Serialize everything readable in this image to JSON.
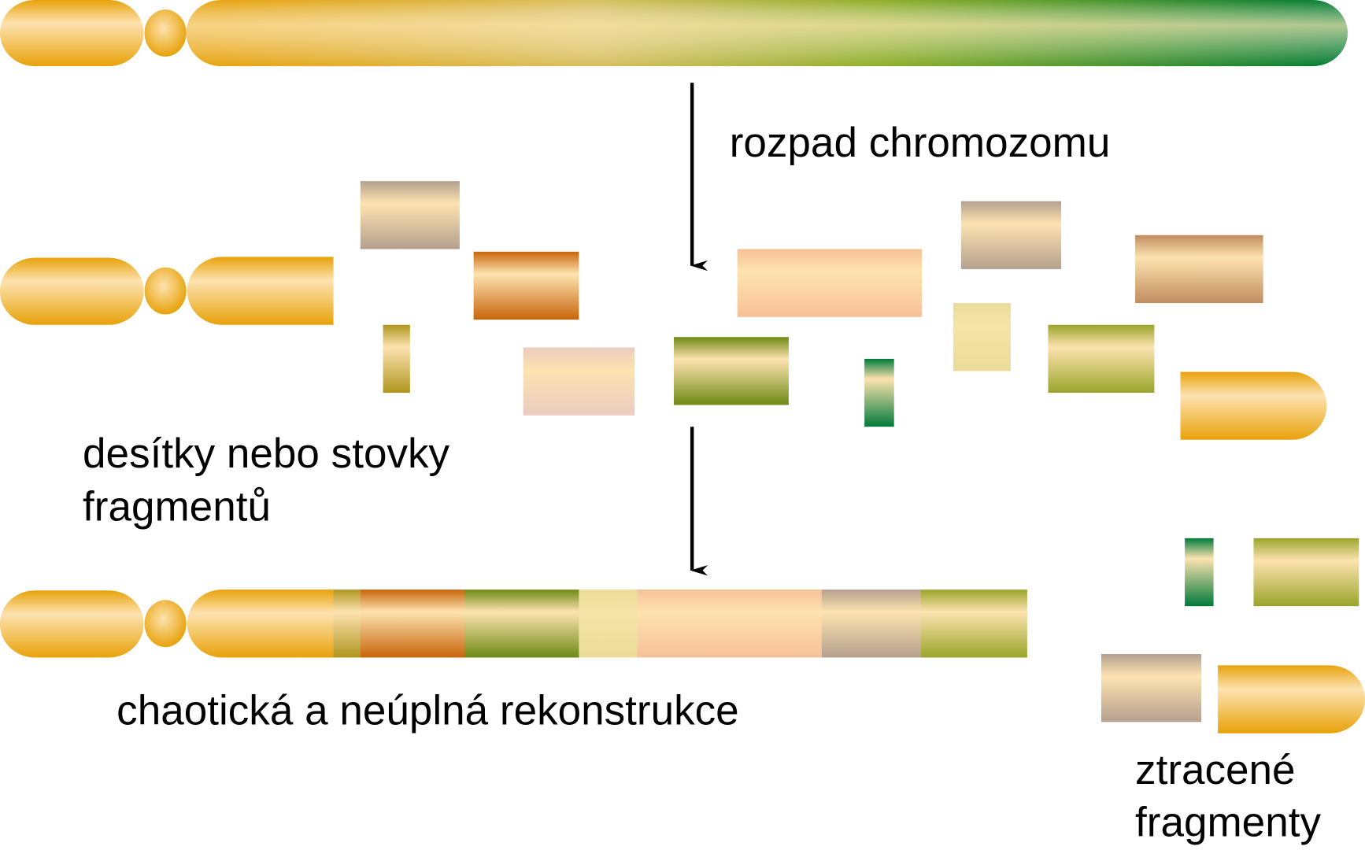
{
  "labels": {
    "breakdown": "rozpad chromozomu",
    "fragments_line1": "desítky nebo stovky",
    "fragments_line2": "fragmentů",
    "reconstruction": "chaotická a neúplná rekonstrukce",
    "lost_line1": "ztracené",
    "lost_line2": "fragmenty"
  },
  "colors": {
    "centromere_gold": "#E8A20A",
    "highlight": "#FDE3B0",
    "tan": "#B4A08E",
    "orange": "#C8650A",
    "olive": "#6E8A14",
    "olive_light": "#9AA52A",
    "dark_green": "#007A3A",
    "pale_yellow": "#EBDC98",
    "peach": "#F8C098",
    "pinkish": "#EACCC0",
    "brown_tan": "#C08C60"
  },
  "stages": [
    {
      "name": "intact-chromosome"
    },
    {
      "name": "shattered-fragments"
    },
    {
      "name": "reconstructed-chromosome"
    },
    {
      "name": "lost-fragments"
    }
  ]
}
